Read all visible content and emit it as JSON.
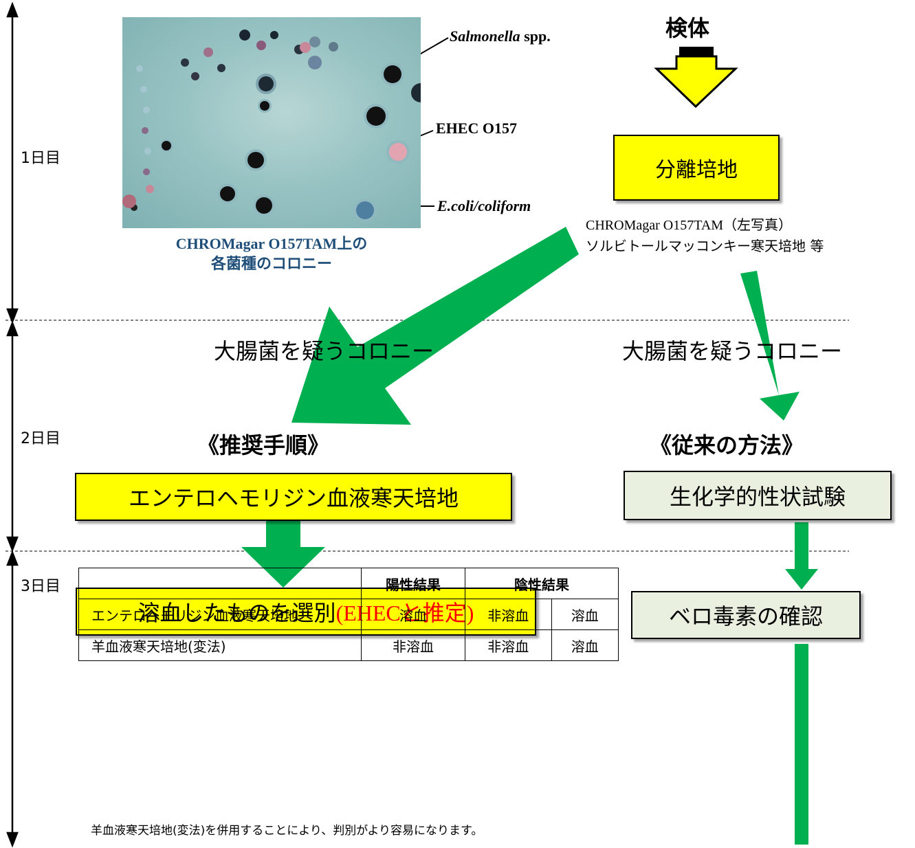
{
  "days": {
    "day1": "1日目",
    "day2": "2日目",
    "day3": "3日目"
  },
  "specimen": {
    "label": "検体"
  },
  "plate_photo": {
    "caption_line1": "CHROMagar O157TAM上の",
    "caption_line2": "各菌種のコロニー",
    "labels": {
      "salmonella_italic": "Salmonella",
      "salmonella_rest": " spp.",
      "ehec": "EHEC O157",
      "ecoli": "E.coli/coliform"
    }
  },
  "isolation": {
    "box_label": "分離培地",
    "note_line1": "CHROMagar O157TAM（左写真）",
    "note_line2": "ソルビトールマッコンキー寒天培地 等"
  },
  "suspect_left": "大腸菌を疑うコロニー",
  "suspect_right": "大腸菌を疑うコロニー",
  "recommended": {
    "heading": "《推奨手順》",
    "step1": "エンテロヘモリジン血液寒天培地",
    "step2_main": "溶血したものを選別",
    "step2_note": " (EHECと推定)"
  },
  "conventional": {
    "heading": "《従来の方法》",
    "step1": "生化学的性状試験",
    "step2": "ベロ毒素の確認"
  },
  "result_table": {
    "header_positive": "陽性結果",
    "header_negative": "陰性結果",
    "rows": [
      {
        "medium": "エンテロヘモリジン血液寒天培地",
        "positive": "溶血",
        "neg1": "非溶血",
        "neg2": "溶血"
      },
      {
        "medium": "羊血液寒天培地(変法)",
        "positive": "非溶血",
        "neg1": "非溶血",
        "neg2": "溶血"
      }
    ],
    "footnote": "羊血液寒天培地(変法)を併用することにより、判別がより容易になります。"
  },
  "colors": {
    "green_arrow": "#00b050",
    "yellow_box": "#ffff00",
    "grey_box": "#eaf0e0",
    "red_text": "#ff0000",
    "caption_blue": "#1f4e79"
  }
}
